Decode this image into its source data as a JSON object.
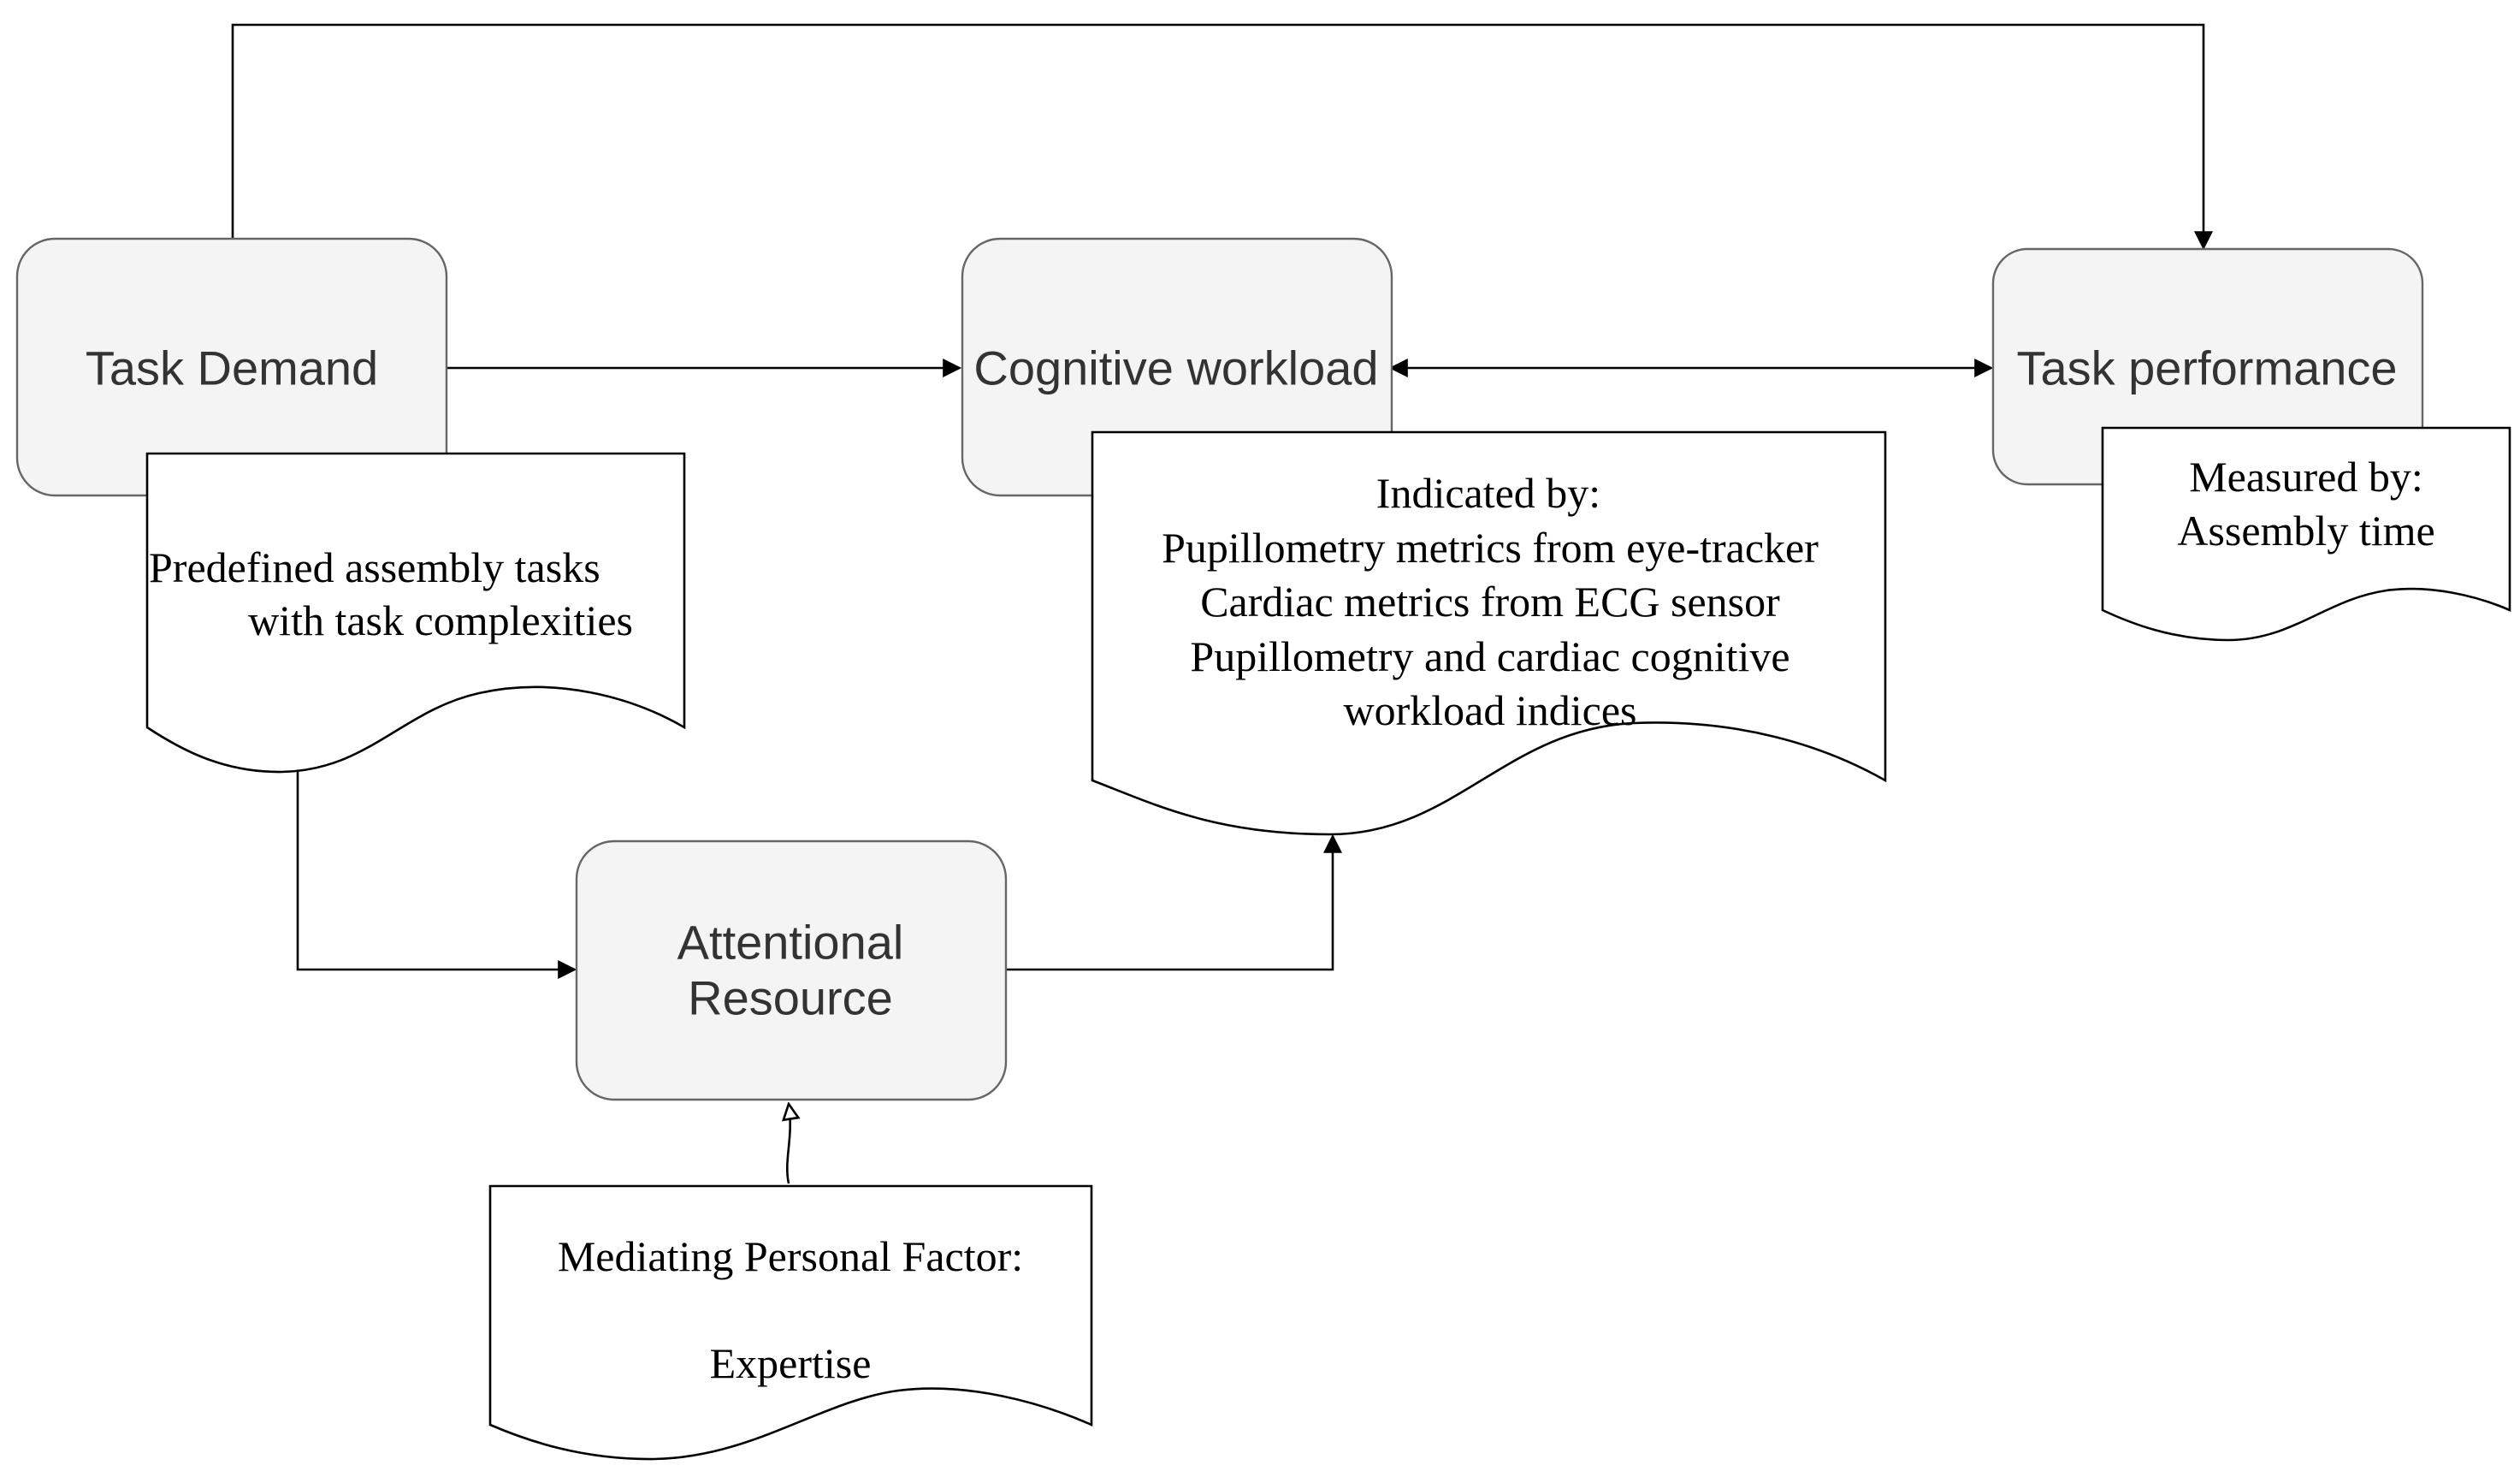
{
  "nodes": {
    "task_demand": "Task Demand",
    "cognitive_workload": "Cognitive workload",
    "task_performance": "Task performance",
    "attentional_resource": [
      "Attentional",
      "Resource"
    ]
  },
  "documents": {
    "task_demand_note": [
      "Predefined assembly tasks",
      "with task complexities"
    ],
    "workload_note": [
      "Indicated by:",
      "Pupillometry metrics from eye-tracker",
      "Cardiac metrics from ECG sensor",
      "Pupillometry and cardiac cognitive",
      "workload indices"
    ],
    "performance_note": [
      "Measured by:",
      "Assembly time"
    ],
    "expertise_note": [
      "Mediating Personal Factor:",
      "Expertise"
    ]
  },
  "colors": {
    "node_fill": "#f5f4f5",
    "node_stroke": "#666666",
    "node_text": "#333333",
    "line": "#000000"
  }
}
